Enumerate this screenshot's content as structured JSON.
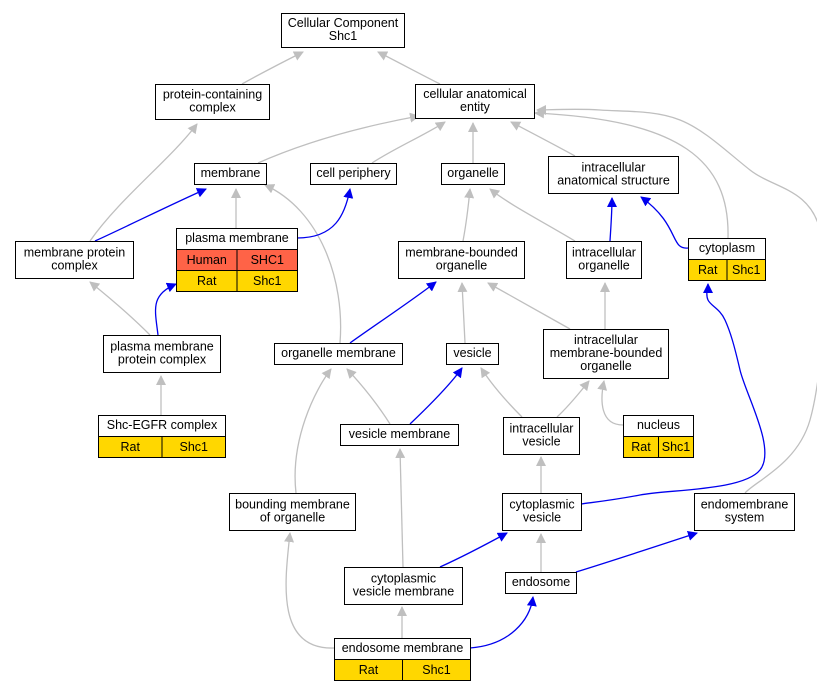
{
  "colors": {
    "grey_edge": "#bfbfbf",
    "blue_edge": "#0000ee",
    "rat_cell": "#ffd700",
    "human_cell": "#ff6347"
  },
  "nodes": {
    "cellular_component": {
      "lines": [
        "Cellular Component",
        "Shc1"
      ]
    },
    "protein_containing_complex": {
      "lines": [
        "protein-containing",
        "complex"
      ]
    },
    "cellular_anatomical_entity": {
      "lines": [
        "cellular anatomical",
        "entity"
      ]
    },
    "membrane": {
      "lines": [
        "membrane"
      ]
    },
    "cell_periphery": {
      "lines": [
        "cell periphery"
      ]
    },
    "organelle": {
      "lines": [
        "organelle"
      ]
    },
    "intracellular_anatomical_structure": {
      "lines": [
        "intracellular",
        "anatomical structure"
      ]
    },
    "membrane_protein_complex": {
      "lines": [
        "membrane protein",
        "complex"
      ]
    },
    "plasma_membrane": {
      "lines": [
        "plasma membrane"
      ],
      "rows": [
        {
          "species": "Human",
          "gene": "SHC1",
          "color": "human"
        },
        {
          "species": "Rat",
          "gene": "Shc1",
          "color": "rat"
        }
      ]
    },
    "membrane_bounded_organelle": {
      "lines": [
        "membrane-bounded",
        "organelle"
      ]
    },
    "intracellular_organelle": {
      "lines": [
        "intracellular",
        "organelle"
      ]
    },
    "cytoplasm": {
      "lines": [
        "cytoplasm"
      ],
      "rows": [
        {
          "species": "Rat",
          "gene": "Shc1",
          "color": "rat"
        }
      ]
    },
    "plasma_membrane_protein_complex": {
      "lines": [
        "plasma membrane",
        "protein complex"
      ]
    },
    "organelle_membrane": {
      "lines": [
        "organelle membrane"
      ]
    },
    "vesicle": {
      "lines": [
        "vesicle"
      ]
    },
    "intracellular_membrane_bounded_organelle": {
      "lines": [
        "intracellular",
        "membrane-bounded",
        "organelle"
      ]
    },
    "shc_egfr_complex": {
      "lines": [
        "Shc-EGFR complex"
      ],
      "rows": [
        {
          "species": "Rat",
          "gene": "Shc1",
          "color": "rat"
        }
      ]
    },
    "vesicle_membrane": {
      "lines": [
        "vesicle membrane"
      ]
    },
    "intracellular_vesicle": {
      "lines": [
        "intracellular",
        "vesicle"
      ]
    },
    "nucleus": {
      "lines": [
        "nucleus"
      ],
      "rows": [
        {
          "species": "Rat",
          "gene": "Shc1",
          "color": "rat"
        }
      ]
    },
    "bounding_membrane_of_organelle": {
      "lines": [
        "bounding membrane",
        "of organelle"
      ]
    },
    "cytoplasmic_vesicle": {
      "lines": [
        "cytoplasmic",
        "vesicle"
      ]
    },
    "endomembrane_system": {
      "lines": [
        "endomembrane",
        "system"
      ]
    },
    "cytoplasmic_vesicle_membrane": {
      "lines": [
        "cytoplasmic",
        "vesicle membrane"
      ]
    },
    "endosome": {
      "lines": [
        "endosome"
      ]
    },
    "endosome_membrane": {
      "lines": [
        "endosome membrane"
      ],
      "rows": [
        {
          "species": "Rat",
          "gene": "Shc1",
          "color": "rat"
        }
      ]
    }
  },
  "edges": [
    {
      "from": "protein_containing_complex",
      "to": "cellular_component",
      "kind": "grey"
    },
    {
      "from": "cellular_anatomical_entity",
      "to": "cellular_component",
      "kind": "grey"
    },
    {
      "from": "membrane_protein_complex",
      "to": "protein_containing_complex",
      "kind": "grey"
    },
    {
      "from": "membrane",
      "to": "cellular_anatomical_entity",
      "kind": "grey"
    },
    {
      "from": "cell_periphery",
      "to": "cellular_anatomical_entity",
      "kind": "grey"
    },
    {
      "from": "organelle",
      "to": "cellular_anatomical_entity",
      "kind": "grey"
    },
    {
      "from": "intracellular_anatomical_structure",
      "to": "cellular_anatomical_entity",
      "kind": "grey"
    },
    {
      "from": "cytoplasm",
      "to": "cellular_anatomical_entity",
      "kind": "grey"
    },
    {
      "from": "endomembrane_system",
      "to": "cellular_anatomical_entity",
      "kind": "grey"
    },
    {
      "from": "membrane_protein_complex",
      "to": "membrane",
      "kind": "blue"
    },
    {
      "from": "plasma_membrane",
      "to": "membrane",
      "kind": "grey"
    },
    {
      "from": "organelle_membrane",
      "to": "membrane",
      "kind": "grey"
    },
    {
      "from": "plasma_membrane",
      "to": "cell_periphery",
      "kind": "blue"
    },
    {
      "from": "membrane_bounded_organelle",
      "to": "organelle",
      "kind": "grey"
    },
    {
      "from": "intracellular_organelle",
      "to": "organelle",
      "kind": "grey"
    },
    {
      "from": "intracellular_organelle",
      "to": "intracellular_anatomical_structure",
      "kind": "blue"
    },
    {
      "from": "cytoplasm",
      "to": "intracellular_anatomical_structure",
      "kind": "blue"
    },
    {
      "from": "plasma_membrane_protein_complex",
      "to": "membrane_protein_complex",
      "kind": "grey"
    },
    {
      "from": "plasma_membrane_protein_complex",
      "to": "plasma_membrane",
      "kind": "blue"
    },
    {
      "from": "organelle_membrane",
      "to": "membrane_bounded_organelle",
      "kind": "blue"
    },
    {
      "from": "vesicle",
      "to": "membrane_bounded_organelle",
      "kind": "grey"
    },
    {
      "from": "intracellular_membrane_bounded_organelle",
      "to": "membrane_bounded_organelle",
      "kind": "grey"
    },
    {
      "from": "intracellular_membrane_bounded_organelle",
      "to": "intracellular_organelle",
      "kind": "grey"
    },
    {
      "from": "cytoplasmic_vesicle",
      "to": "cytoplasm",
      "kind": "blue"
    },
    {
      "from": "shc_egfr_complex",
      "to": "plasma_membrane_protein_complex",
      "kind": "grey"
    },
    {
      "from": "vesicle_membrane",
      "to": "organelle_membrane",
      "kind": "grey"
    },
    {
      "from": "bounding_membrane_of_organelle",
      "to": "organelle_membrane",
      "kind": "grey"
    },
    {
      "from": "vesicle_membrane",
      "to": "vesicle",
      "kind": "blue"
    },
    {
      "from": "intracellular_vesicle",
      "to": "vesicle",
      "kind": "grey"
    },
    {
      "from": "intracellular_vesicle",
      "to": "intracellular_membrane_bounded_organelle",
      "kind": "grey"
    },
    {
      "from": "nucleus",
      "to": "intracellular_membrane_bounded_organelle",
      "kind": "grey"
    },
    {
      "from": "cytoplasmic_vesicle",
      "to": "intracellular_vesicle",
      "kind": "grey"
    },
    {
      "from": "cytoplasmic_vesicle_membrane",
      "to": "vesicle_membrane",
      "kind": "grey"
    },
    {
      "from": "endosome_membrane",
      "to": "bounding_membrane_of_organelle",
      "kind": "grey"
    },
    {
      "from": "cytoplasmic_vesicle_membrane",
      "to": "cytoplasmic_vesicle",
      "kind": "blue"
    },
    {
      "from": "endosome",
      "to": "cytoplasmic_vesicle",
      "kind": "grey"
    },
    {
      "from": "endosome",
      "to": "endomembrane_system",
      "kind": "blue"
    },
    {
      "from": "endosome_membrane",
      "to": "cytoplasmic_vesicle_membrane",
      "kind": "grey"
    },
    {
      "from": "endosome_membrane",
      "to": "endosome",
      "kind": "blue"
    }
  ]
}
